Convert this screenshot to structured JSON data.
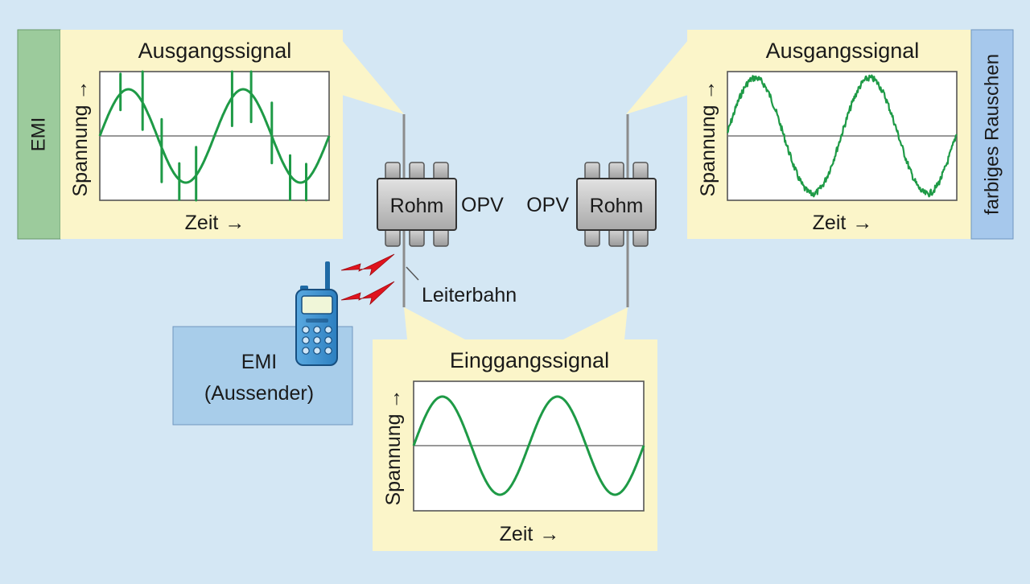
{
  "colors": {
    "background": "#d4e7f4",
    "panel": "#fbf5c9",
    "signal": "#1e9a46",
    "emi_bar": "#9ccb9c",
    "noise_bar": "#a6c8ec",
    "emitter_box": "#a8cdea",
    "chip": "#c3c3c3",
    "lightning": "#e0141e",
    "trace": "#8c8c8c"
  },
  "panels": {
    "left": {
      "title": "Ausgangssignal",
      "ylabel": "Spannung",
      "xlabel": "Zeit",
      "signal": "sine with EMI spikes"
    },
    "right": {
      "title": "Ausgangssignal",
      "ylabel": "Spannung",
      "xlabel": "Zeit",
      "signal": "sine with colored noise"
    },
    "bottom": {
      "title": "Einggangssignal",
      "ylabel": "Spannung",
      "xlabel": "Zeit",
      "signal": "clean sine"
    }
  },
  "side_labels": {
    "left": "EMI",
    "right": "farbiges Rauschen"
  },
  "chips": {
    "left": {
      "brand": "Rohm",
      "type": "OPV"
    },
    "right": {
      "brand": "Rohm",
      "type": "OPV"
    }
  },
  "trace_label": "Leiterbahn",
  "emitter": {
    "line1": "EMI",
    "line2": "(Aussender)",
    "icon": "walkie-talkie-icon"
  },
  "arrow_glyph": "→",
  "lightning_icon": "lightning-icon"
}
